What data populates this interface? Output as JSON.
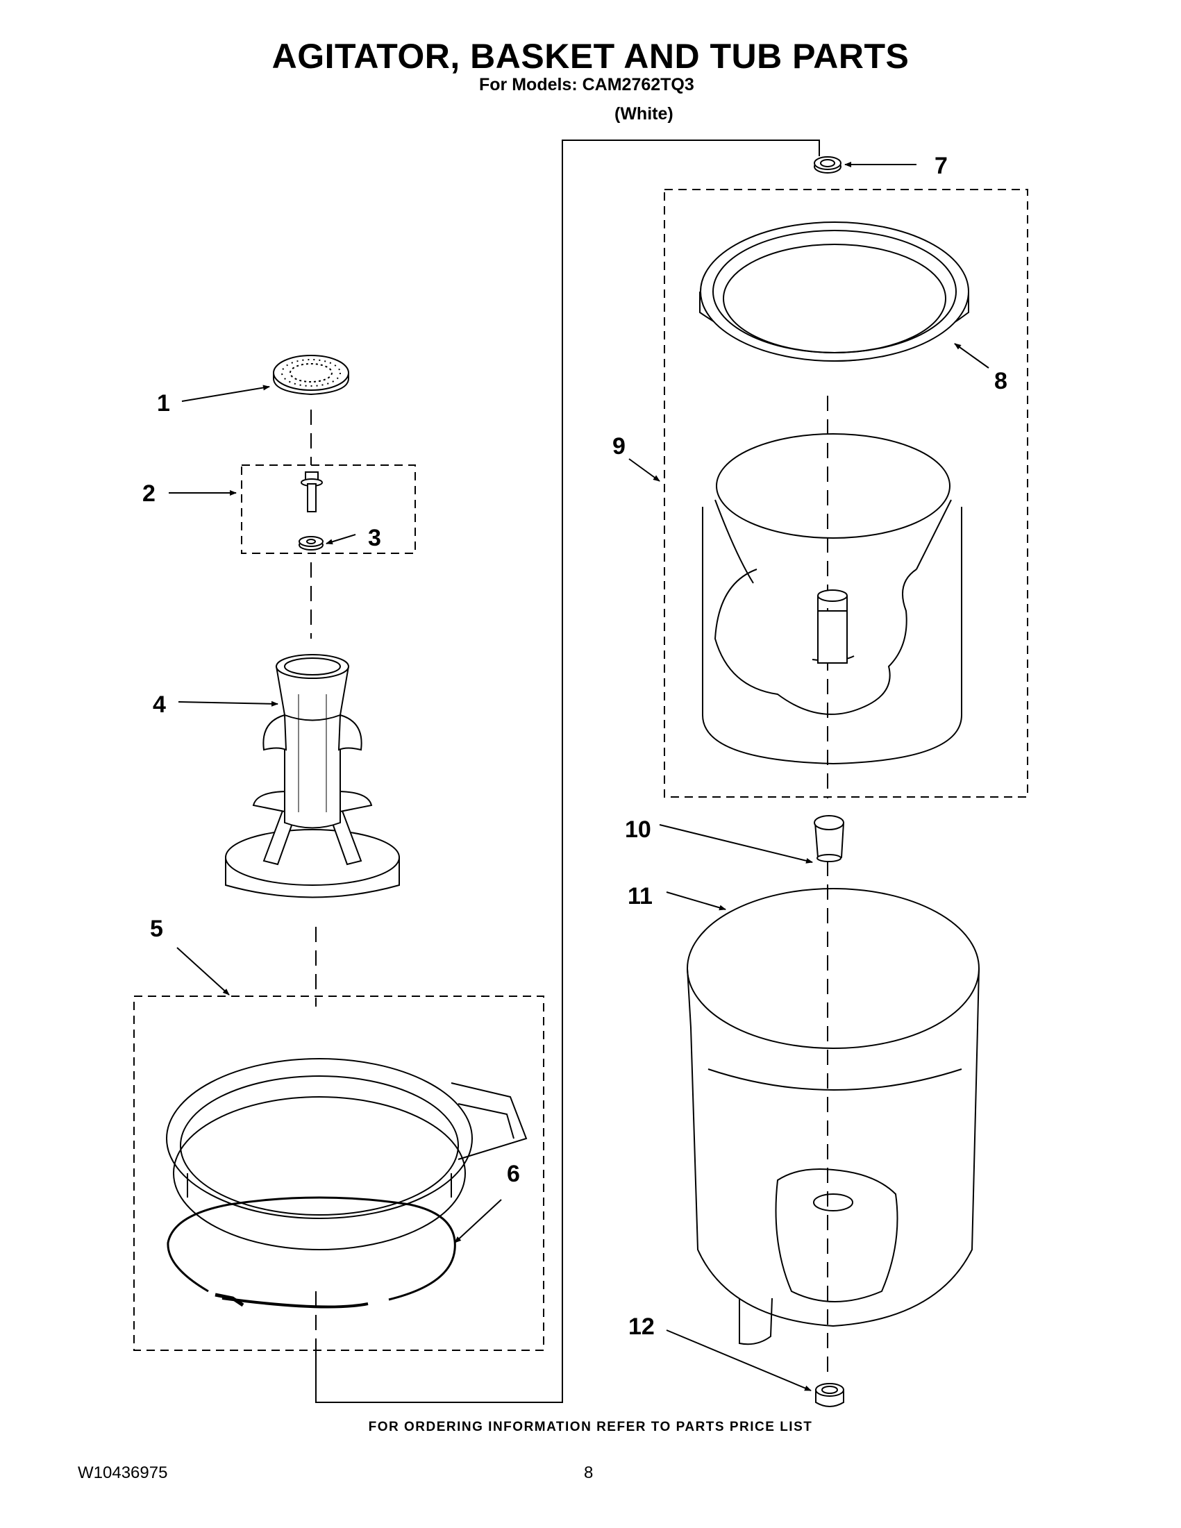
{
  "header": {
    "title": "AGITATOR, BASKET AND TUB PARTS",
    "models_line": "For Models: CAM2762TQ3",
    "color_line": "(White)"
  },
  "diagram": {
    "callouts": [
      "1",
      "2",
      "3",
      "4",
      "5",
      "6",
      "7",
      "8",
      "9",
      "10",
      "11",
      "12"
    ]
  },
  "footer": {
    "ordering_note": "FOR ORDERING INFORMATION REFER TO PARTS PRICE LIST",
    "doc_number": "W10436975",
    "page_number": "8"
  }
}
